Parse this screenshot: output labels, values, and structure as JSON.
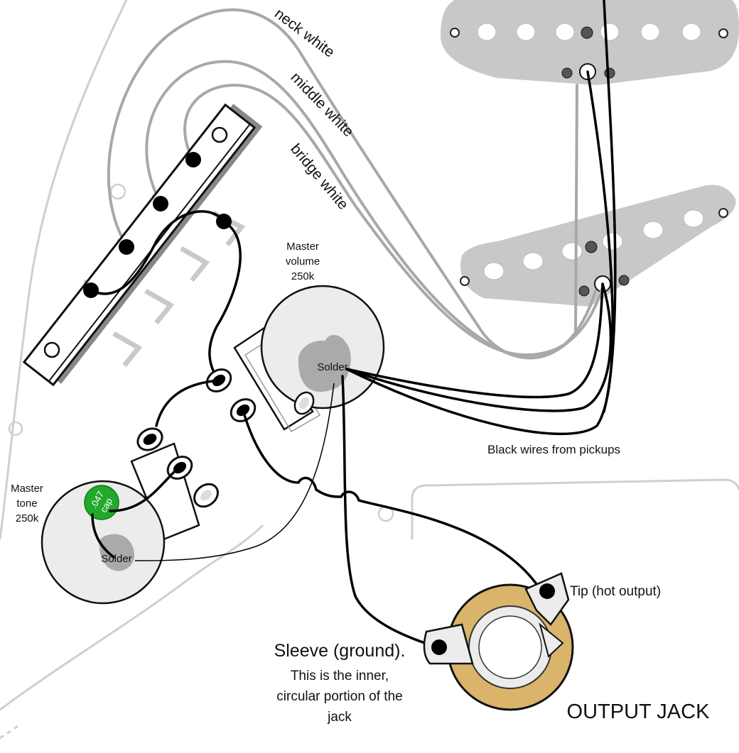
{
  "labels": {
    "neck_white": "neck white",
    "middle_white": "middle white",
    "bridge_white": "bridge white",
    "volume_line1": "Master",
    "volume_line2": "volume",
    "volume_line3": "250k",
    "tone_line1": "Master",
    "tone_line2": "tone",
    "tone_line3": "250k",
    "solder": "Solder",
    "cap_line1": ".047",
    "cap_line2": "cap",
    "black_wires": "Black wires from pickups",
    "tip": "Tip (hot output)",
    "sleeve_line1": "Sleeve (ground).",
    "sleeve_line2": "This is the inner,",
    "sleeve_line3": "circular portion of the",
    "sleeve_line4": "jack",
    "output_jack": "OUTPUT JACK"
  },
  "colors": {
    "pickup_body": "#c8c8c8",
    "pot_body": "#ececec",
    "solder": "#aaaaaa",
    "cap": "#22a82a",
    "jack_ring": "#d9b46a",
    "white_wire": "#a8a8a8",
    "black_wire": "#000000"
  }
}
